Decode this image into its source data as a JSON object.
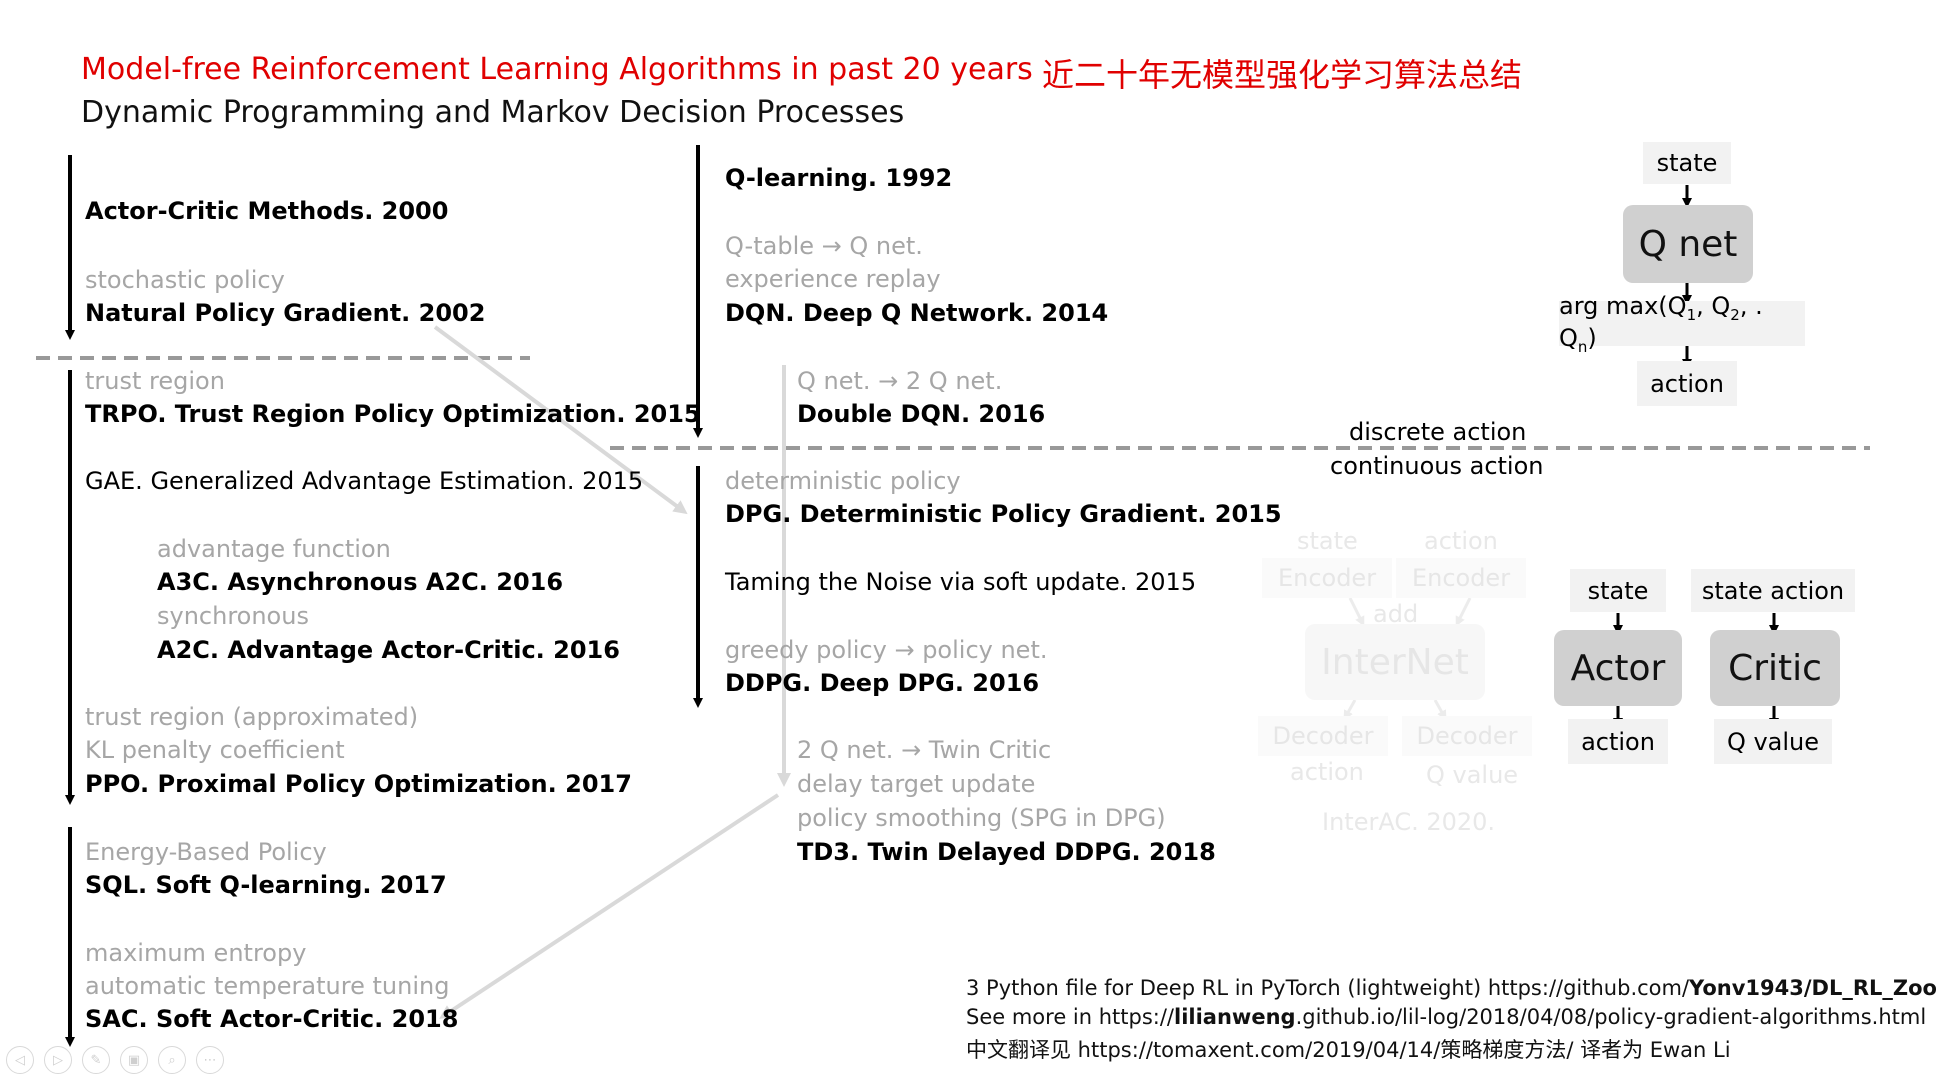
{
  "header": {
    "title": "Model-free Reinforcement Learning Algorithms in past 20 years",
    "title_cn": "近二十年无模型强化学习算法总结",
    "subtitle": "Dynamic Programming and Markov Decision Processes"
  },
  "left_column": {
    "actor_critic": "Actor-Critic Methods. 2000",
    "stochastic_policy": "stochastic policy",
    "npg": "Natural Policy Gradient. 2002",
    "trust_region": "trust region",
    "trpo": "TRPO. Trust Region Policy Optimization. 2015",
    "gae": "GAE. Generalized Advantage Estimation. 2015",
    "advantage_function": "advantage function",
    "a3c": "A3C. Asynchronous A2C. 2016",
    "synchronous": "synchronous",
    "a2c": "A2C. Advantage Actor-Critic. 2016",
    "trust_region_approx": "trust region (approximated)",
    "kl_penalty": "KL penalty coefficient",
    "ppo": "PPO. Proximal Policy Optimization. 2017",
    "energy_based": "Energy-Based Policy",
    "sql": "SQL. Soft Q-learning. 2017",
    "max_entropy": "maximum entropy",
    "auto_temp": "automatic temperature tuning",
    "sac": "SAC. Soft Actor-Critic. 2018"
  },
  "middle_column": {
    "qlearning": "Q-learning. 1992",
    "qtable": "Q-table → Q net.",
    "exp_replay": "experience replay",
    "dqn": "DQN. Deep Q Network. 2014",
    "qnet_2": "Q net. → 2 Q net.",
    "double_dqn": "Double DQN. 2016",
    "deterministic_policy": "deterministic policy",
    "dpg": "DPG. Deterministic Policy Gradient. 2015",
    "taming": "Taming the Noise via soft update. 2015",
    "greedy_policy": "greedy policy → policy net.",
    "ddpg": "DDPG. Deep DPG. 2016",
    "twin_critic": "2 Q net. → Twin Critic",
    "delay_update": "delay target update",
    "policy_smoothing": "policy smoothing (SPG in DPG)",
    "td3": "TD3. Twin Delayed DDPG. 2018"
  },
  "divider": {
    "discrete": "discrete action",
    "continuous": "continuous action"
  },
  "qnet_diagram": {
    "state": "state",
    "qnet": "Q net",
    "argmax_prefix": "arg max(Q",
    "sub1": "1",
    "sep1": ", Q",
    "sub2": "2",
    "sep2": ", . Q",
    "subn": "n",
    "close": ")",
    "action": "action"
  },
  "interac_diagram": {
    "state": "state",
    "action": "action",
    "encoder_left": "Encoder",
    "encoder_right": "Encoder",
    "add": "add",
    "internet": "InterNet",
    "decoder_left": "Decoder",
    "decoder_right": "Decoder",
    "out_action": "action",
    "out_qvalue": "Q value",
    "caption": "InterAC. 2020."
  },
  "actor_diagram": {
    "state": "state",
    "actor": "Actor",
    "action": "action"
  },
  "critic_diagram": {
    "state_action": "state action",
    "critic": "Critic",
    "qvalue": "Q value"
  },
  "footer": {
    "line1_prefix": "3 Python file for Deep RL in PyTorch (lightweight) https://github.com/",
    "line1_bold": "Yonv1943/DL_RL_Zoo",
    "line2_prefix": "See more in  https://",
    "line2_bold": "lilianweng",
    "line2_suffix": ".github.io/lil-log/2018/04/08/policy-gradient-algorithms.html",
    "line3": "中文翻译见 https://tomaxent.com/2019/04/14/策略梯度方法/  译者为 Ewan Li"
  },
  "toolbar": {
    "prev_icon": "◁",
    "next_icon": "▷",
    "pen_icon": "✎",
    "slides_icon": "▣",
    "zoom_icon": "⌕",
    "more_icon": "⋯"
  }
}
